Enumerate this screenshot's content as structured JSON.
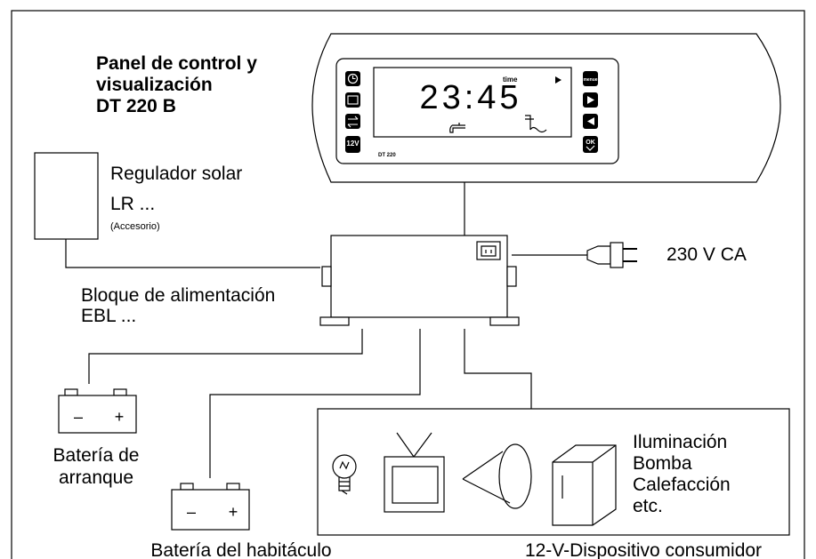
{
  "panel": {
    "title_line1": "Panel de control y",
    "title_line2": "visualización",
    "title_line3": "DT 220 B",
    "display_time": "23:45",
    "display_label_time": "time",
    "model_label": "DT 220",
    "button_menu": "menue",
    "button_ok": "OK",
    "button_12v": "12V"
  },
  "solar": {
    "line1": "Regulador solar",
    "line2": "LR ...",
    "note": "(Accesorio)"
  },
  "power": {
    "line1": "Bloque de alimentación",
    "line2": "EBL ..."
  },
  "mains": {
    "label": "230 V CA"
  },
  "batteries": {
    "start_label_line1": "Batería de",
    "start_label_line2": "arranque",
    "cabin_label": "Batería del habitáculo",
    "minus": "–",
    "plus": "+"
  },
  "consumers": {
    "items": [
      "Iluminación",
      "Bomba",
      "Calefacción",
      "etc."
    ],
    "caption": "12-V-Dispositivo consumidor"
  }
}
